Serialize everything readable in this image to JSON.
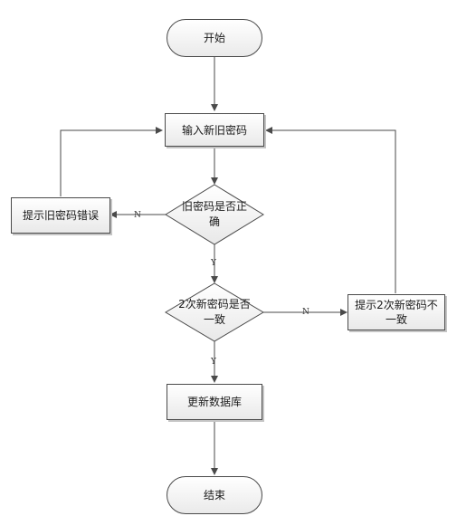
{
  "nodes": {
    "start": "开始",
    "input_passwords": "输入新旧密码",
    "check_old": "旧密码是否正确",
    "old_wrong": "提示旧密码错误",
    "check_new_match": "2次新密码是否一致",
    "new_mismatch": "提示2次新密码不一致",
    "update_db": "更新数据库",
    "end": "结束"
  },
  "edges": {
    "old_no": "N",
    "old_yes": "Y",
    "match_no": "N",
    "match_yes": "Y"
  },
  "colors": {
    "line": "#4a4a4a",
    "fill_top": "#ffffff",
    "fill_bottom": "#e8e8e8",
    "text": "#1a1a1a"
  }
}
